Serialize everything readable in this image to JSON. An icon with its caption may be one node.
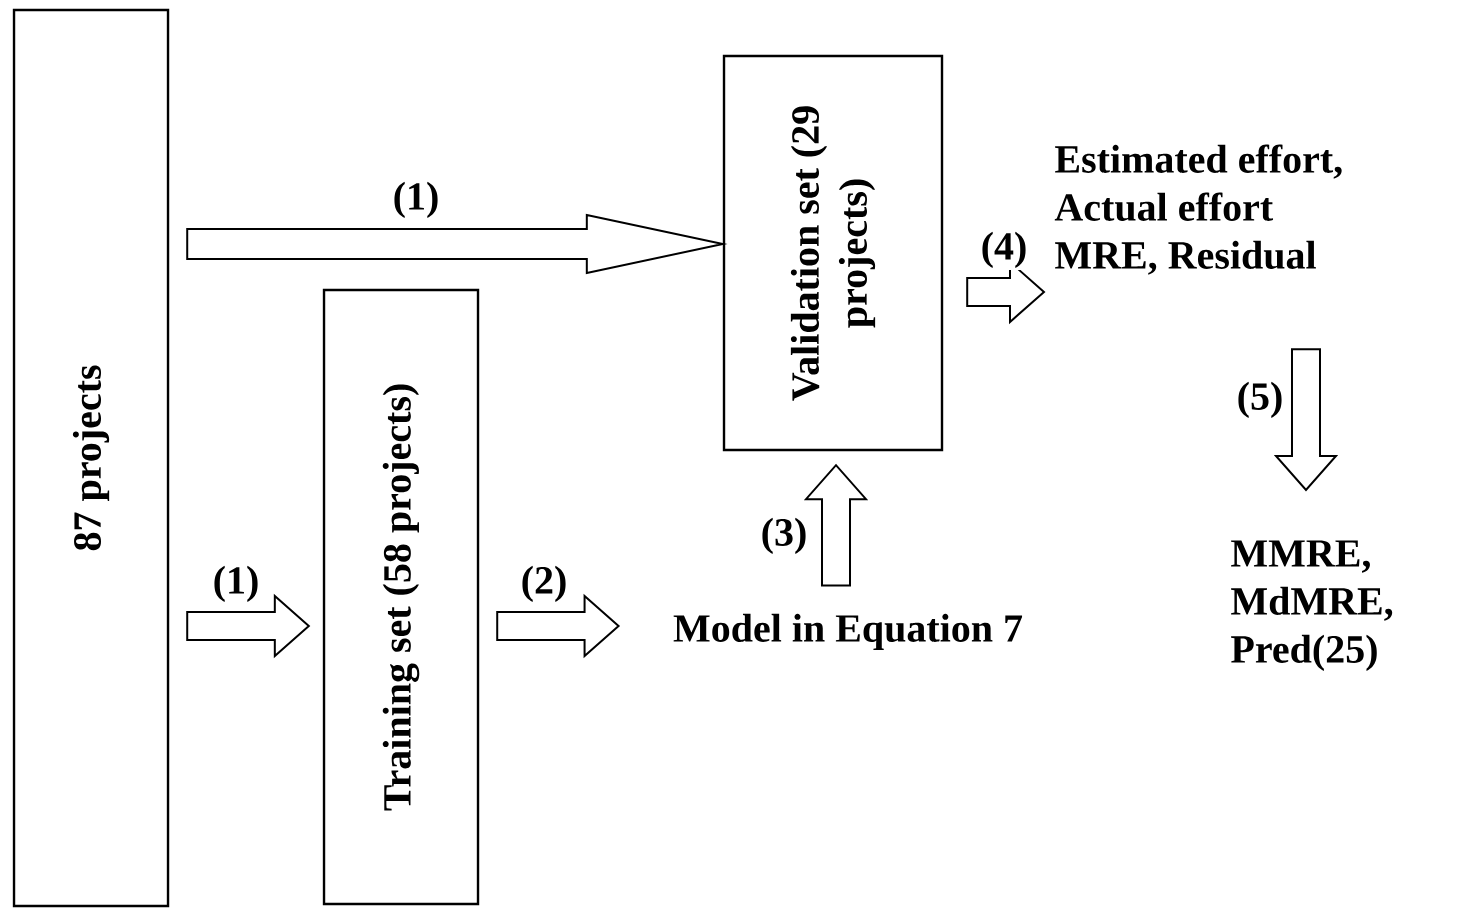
{
  "diagram": {
    "nodes": [
      {
        "text": [
          "87 projects"
        ]
      },
      {
        "text": [
          "Training set  (58 projects)"
        ]
      },
      {
        "text": [
          "Validation set (29 projects)"
        ]
      },
      {
        "text": [
          "Model in Equation 7"
        ]
      },
      {
        "text": [
          "Estimated effort, Actual effort MRE, Residual"
        ]
      },
      {
        "text": [
          "MMRE, MdMRE, Pred(25)"
        ]
      }
    ],
    "edges": [
      {
        "from": 0,
        "to": 2,
        "arrow": "to",
        "label": "(1)"
      },
      {
        "from": 0,
        "to": 1,
        "arrow": "to",
        "label": "(1)"
      },
      {
        "from": 1,
        "to": 3,
        "arrow": "to",
        "label": "(2)"
      },
      {
        "from": 3,
        "to": 2,
        "arrow": "to",
        "label": "(3)"
      },
      {
        "from": 2,
        "to": 4,
        "arrow": "to",
        "label": "(4)"
      },
      {
        "from": 4,
        "to": 5,
        "arrow": "to",
        "label": "(5)"
      }
    ]
  }
}
